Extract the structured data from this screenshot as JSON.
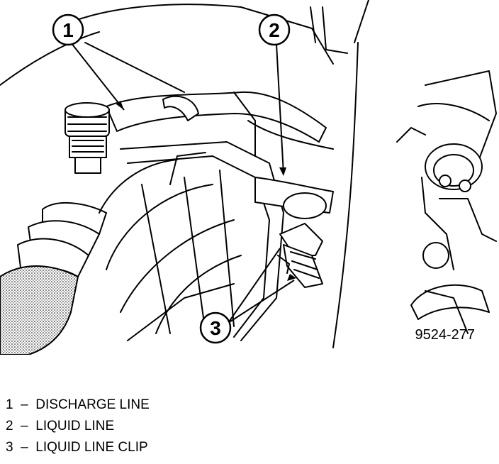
{
  "figure": {
    "id_label": "9524-277",
    "callouts": [
      {
        "number": "1"
      },
      {
        "number": "2"
      },
      {
        "number": "3"
      }
    ]
  },
  "legend": [
    {
      "number": "1",
      "separator": "–",
      "label": "DISCHARGE LINE"
    },
    {
      "number": "2",
      "separator": "–",
      "label": "LIQUID LINE"
    },
    {
      "number": "3",
      "separator": "–",
      "label": "LIQUID LINE CLIP"
    }
  ]
}
